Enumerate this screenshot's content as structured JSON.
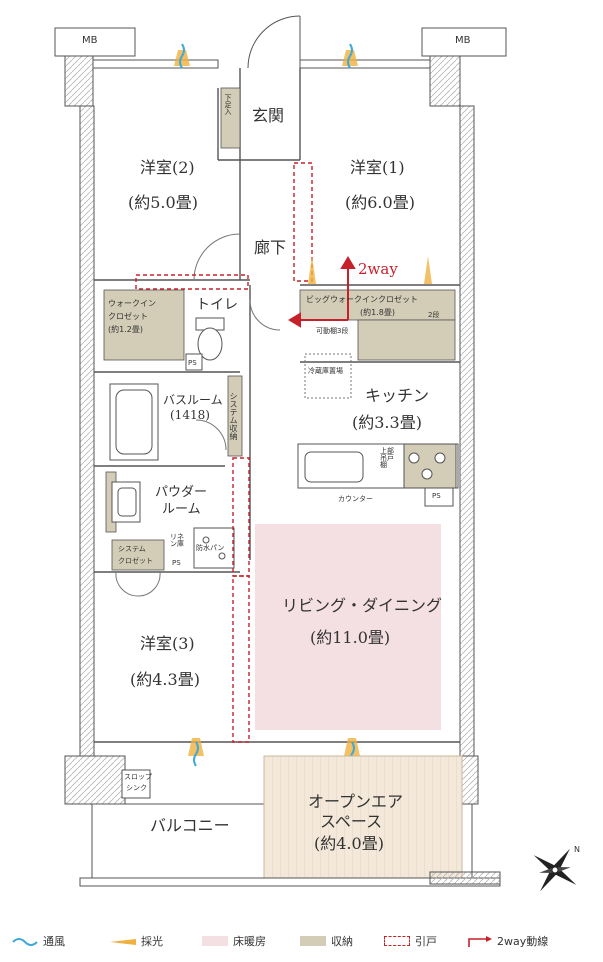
{
  "meters": {
    "left": "MB",
    "right": "MB"
  },
  "rooms": {
    "western2": {
      "name": "洋室(2)",
      "size": "(約5.0畳)"
    },
    "western1": {
      "name": "洋室(1)",
      "size": "(約6.0畳)"
    },
    "western3": {
      "name": "洋室(3)",
      "size": "(約4.3畳)"
    },
    "entrance": "玄関",
    "shoe_storage": "下足入",
    "hallway": "廊下",
    "wic_small": {
      "name": "ウォークイン",
      "name2": "クロゼット",
      "size": "(約1.2畳)"
    },
    "toilet": "トイレ",
    "big_wic": {
      "name": "ビッグウォークインクロゼット",
      "size": "(約1.8畳)",
      "shelf": "可動棚3段",
      "two_tier": "2段"
    },
    "bathroom": {
      "name": "バスルーム",
      "size": "(1418)"
    },
    "system_storage": "システム収納",
    "fridge": "冷蔵庫置場",
    "kitchen": {
      "name": "キッチン",
      "size": "(約3.3畳)"
    },
    "upper_cabinet": "上部吊戸棚",
    "counter": "カウンター",
    "ps": "PS",
    "powder_room": {
      "name": "パウダー",
      "name2": "ルーム"
    },
    "linen": "リネン庫",
    "waterproof_pan": "防水パン",
    "system_closet": {
      "line1": "システム",
      "line2": "クロゼット"
    },
    "living_dining": {
      "name": "リビング・ダイニング",
      "size": "(約11.0畳)"
    },
    "slop_sink": {
      "line1": "スロップ",
      "line2": "シンク"
    },
    "open_air": {
      "line1": "オープンエア",
      "line2": "スペース",
      "size": "(約4.0畳)"
    },
    "balcony": "バルコニー"
  },
  "two_way_label": "2way",
  "compass_label": "N",
  "legend": {
    "ventilation": "通風",
    "lighting": "採光",
    "floor_heating": "床暖房",
    "storage": "収納",
    "sliding_door": "引戸",
    "two_way_flow": "2way動線"
  },
  "colors": {
    "wall": "#555555",
    "storage": "#d3ccb6",
    "floor_heating": "#f4dfe3",
    "sliding_door": "#c8202a",
    "ventilation": "#3ea9d8",
    "lighting": "#f0b040",
    "open_air": "#f3e8d9"
  }
}
